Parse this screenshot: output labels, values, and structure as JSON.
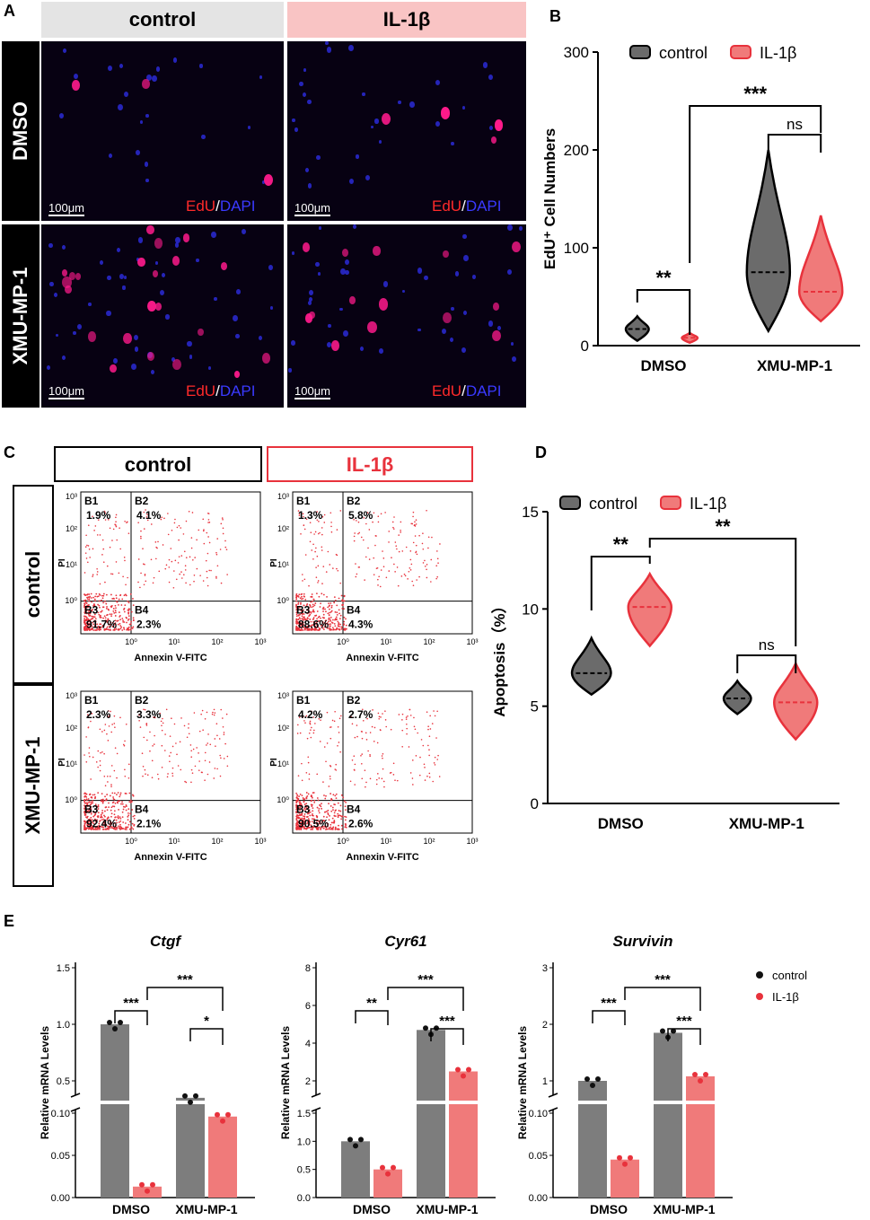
{
  "panels": {
    "A": "A",
    "B": "B",
    "C": "C",
    "D": "D",
    "E": "E"
  },
  "panelA": {
    "col_headers": [
      "control",
      "IL-1β"
    ],
    "row_labels": [
      "DMSO",
      "XMU-MP-1"
    ],
    "scale_bar": "100μm",
    "stain": {
      "edu": "EdU",
      "slash": "/",
      "dapi": "DAPI"
    }
  },
  "panelC": {
    "col_headers": [
      "control",
      "IL-1β"
    ],
    "row_labels": [
      "control",
      "XMU-MP-1"
    ],
    "xlabel": "Annexin V-FITC",
    "ylabel": "PI",
    "ticks": [
      "10⁰",
      "10¹",
      "10²",
      "10³"
    ],
    "quadrant_labels": [
      "B1",
      "B2",
      "B3",
      "B4"
    ],
    "plots": [
      {
        "B1": "1.9%",
        "B2": "4.1%",
        "B3": "91.7%",
        "B4": "2.3%"
      },
      {
        "B1": "1.3%",
        "B2": "5.8%",
        "B3": "88.6%",
        "B4": "4.3%"
      },
      {
        "B1": "2.3%",
        "B2": "3.3%",
        "B3": "92.4%",
        "B4": "2.1%"
      },
      {
        "B1": "4.2%",
        "B2": "2.7%",
        "B3": "90.5%",
        "B4": "2.6%"
      }
    ]
  },
  "colors": {
    "control": "#6b6b6b",
    "il1b": "#f07a7a",
    "il1b_line": "#e8323c",
    "control_header": "#e4e4e4",
    "il1b_header": "#f9c4c4",
    "nucleus_blue": "#2a2ad6",
    "nucleus_pink": "#ff1a8c"
  },
  "chart_data": [
    {
      "id": "B",
      "type": "violin",
      "title": "",
      "xlabel": "",
      "ylabel": "EdU⁺ Cell Numbers",
      "categories": [
        "DMSO",
        "XMU-MP-1"
      ],
      "ylim": [
        0,
        300
      ],
      "yticks": [
        0,
        100,
        200,
        300
      ],
      "series": [
        {
          "name": "control",
          "medians": [
            17,
            75
          ],
          "ranges": [
            [
              5,
              30
            ],
            [
              15,
              200
            ]
          ]
        },
        {
          "name": "IL-1β",
          "medians": [
            8,
            55
          ],
          "ranges": [
            [
              3,
              13
            ],
            [
              25,
              133
            ]
          ]
        }
      ],
      "significance": [
        "**",
        "***",
        "ns"
      ],
      "legend": "top"
    },
    {
      "id": "D",
      "type": "violin",
      "title": "",
      "xlabel": "",
      "ylabel": "Apoptosis（%）",
      "categories": [
        "DMSO",
        "XMU-MP-1"
      ],
      "ylim": [
        0,
        15
      ],
      "yticks": [
        0,
        5,
        10,
        15
      ],
      "series": [
        {
          "name": "control",
          "medians": [
            6.7,
            5.4
          ],
          "ranges": [
            [
              5.6,
              8.5
            ],
            [
              4.6,
              6.3
            ]
          ]
        },
        {
          "name": "IL-1β",
          "medians": [
            10.1,
            5.2
          ],
          "ranges": [
            [
              8.1,
              11.8
            ],
            [
              3.3,
              7.2
            ]
          ]
        }
      ],
      "significance": [
        "**",
        "**",
        "ns"
      ],
      "legend": "top"
    },
    {
      "id": "E1",
      "type": "bar",
      "title": "Ctgf",
      "ylabel": "Relative mRNA Levels",
      "categories": [
        "DMSO",
        "XMU-MP-1"
      ],
      "yticks_lower": [
        "0.00",
        "0.05",
        "0.10"
      ],
      "yticks_upper": [
        "0.5",
        "1.0",
        "1.5"
      ],
      "series": [
        {
          "name": "control",
          "values": [
            1.0,
            0.35
          ]
        },
        {
          "name": "IL-1β",
          "values": [
            0.013,
            0.096
          ]
        }
      ],
      "significance": [
        "***",
        "***",
        "*"
      ]
    },
    {
      "id": "E2",
      "type": "bar",
      "title": "Cyr61",
      "ylabel": "Relative mRNA Levels",
      "categories": [
        "DMSO",
        "XMU-MP-1"
      ],
      "yticks_lower": [
        "0.0",
        "0.5",
        "1.0",
        "1.5"
      ],
      "yticks_upper": [
        "2",
        "4",
        "6",
        "8"
      ],
      "series": [
        {
          "name": "control",
          "values": [
            1.0,
            4.7
          ]
        },
        {
          "name": "IL-1β",
          "values": [
            0.5,
            2.5
          ]
        }
      ],
      "significance": [
        "**",
        "***",
        "***"
      ]
    },
    {
      "id": "E3",
      "type": "bar",
      "title": "Survivin",
      "ylabel": "Relative mRNA Levels",
      "categories": [
        "DMSO",
        "XMU-MP-1"
      ],
      "yticks_lower": [
        "0.00",
        "0.05",
        "0.10"
      ],
      "yticks_upper": [
        "1",
        "2",
        "3"
      ],
      "series": [
        {
          "name": "control",
          "values": [
            1.0,
            1.85
          ]
        },
        {
          "name": "IL-1β",
          "values": [
            0.045,
            1.08
          ]
        }
      ],
      "significance": [
        "***",
        "***",
        "***"
      ]
    }
  ],
  "legendE": {
    "control": "control",
    "il1b": "IL-1β"
  }
}
